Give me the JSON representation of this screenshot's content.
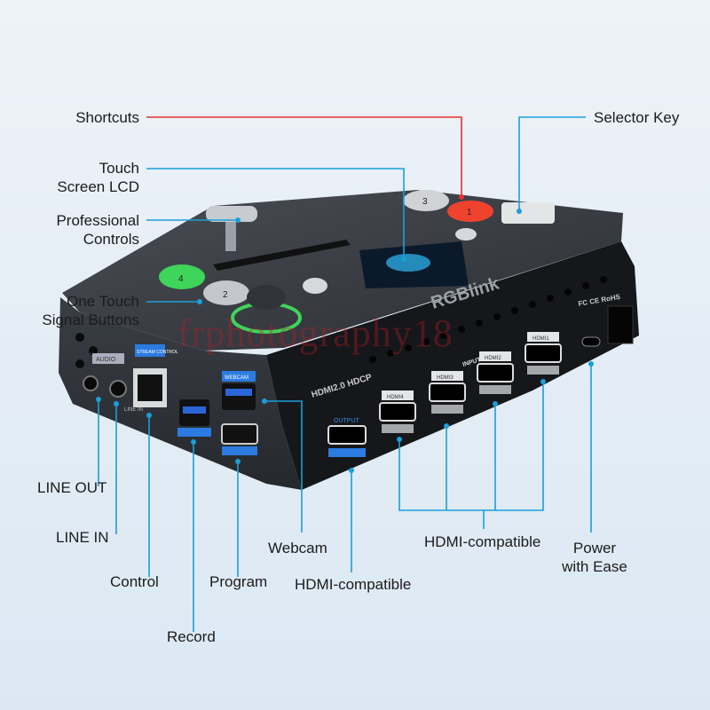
{
  "callouts": {
    "shortcuts": "Shortcuts",
    "selector_key": "Selector Key",
    "touch_screen": [
      "Touch",
      "Screen LCD"
    ],
    "professional_controls": [
      "Professional",
      "Controls"
    ],
    "one_touch": [
      "One Touch",
      "Signal Buttons"
    ],
    "line_out": "LINE OUT",
    "line_in": "LINE IN",
    "control": "Control",
    "program": "Program",
    "record": "Record",
    "webcam": "Webcam",
    "hdmi_output": "HDMI-compatible",
    "hdmi_inputs": "HDMI-compatible",
    "power": [
      "Power",
      "with Ease"
    ]
  },
  "device": {
    "brand": "RGBlink",
    "hdmi_spec": "HDMI2.0 HDCP",
    "input_label": "INPUT",
    "output_label": "OUTPUT",
    "audio_label": "AUDIO",
    "line_in_label": "LINE IN",
    "stream_control_label": "STREAM CONTROL",
    "webcam_label": "WEBCAM",
    "cert_marks": "FC CE RoHS",
    "hdmi_port_labels": [
      "HDMI4",
      "HDMI3",
      "HDMI2",
      "HDMI1"
    ],
    "button_numbers": [
      "4",
      "2",
      "3",
      "1"
    ]
  },
  "watermark": "frphotography18",
  "colors": {
    "callout_line": "#1a9fd9",
    "shortcut_line": "#e8332b",
    "device_body": "#1c1e22",
    "accent_green": "#3fd45a",
    "accent_red": "#f0432e"
  }
}
